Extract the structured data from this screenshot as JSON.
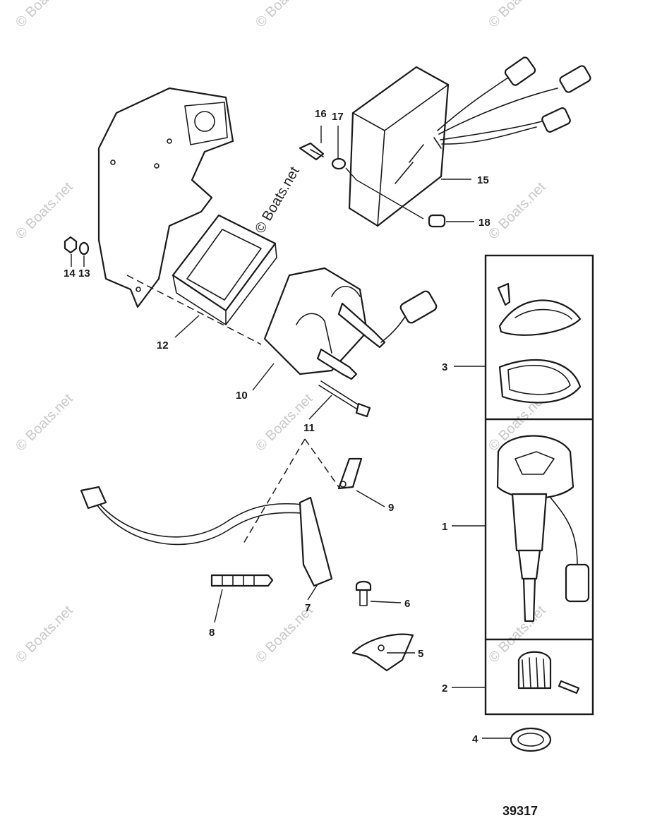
{
  "watermark": "© Boats.net",
  "figure_number": "39317",
  "callouts": {
    "c1": "1",
    "c2": "2",
    "c3": "3",
    "c4": "4",
    "c5": "5",
    "c6": "6",
    "c7": "7",
    "c8": "8",
    "c9": "9",
    "c10": "10",
    "c11": "11",
    "c12": "12",
    "c13": "13",
    "c14": "14",
    "c15": "15",
    "c16": "16",
    "c17": "17",
    "c18": "18"
  },
  "colors": {
    "line": "#1a1a1a",
    "watermark": "#c8c8c8",
    "background": "#ffffff"
  }
}
